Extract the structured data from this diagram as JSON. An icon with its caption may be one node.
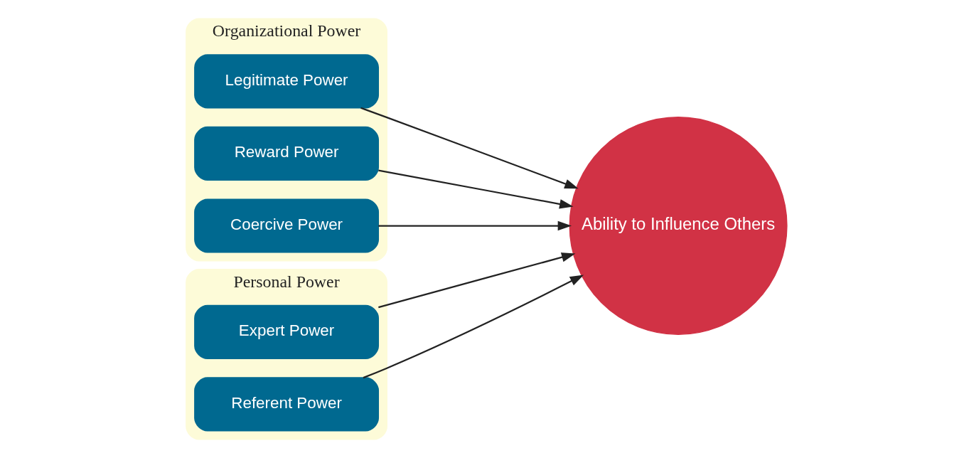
{
  "diagram": {
    "nodes": [
      {
        "text": [
          "Organizational Power"
        ]
      },
      {
        "text": [
          "Legitimate Power"
        ],
        "in": 0
      },
      {
        "text": [
          "Reward Power"
        ],
        "in": 0
      },
      {
        "text": [
          "Coercive Power"
        ],
        "in": 0
      },
      {
        "text": [
          "Personal Power"
        ]
      },
      {
        "text": [
          "Expert Power"
        ],
        "in": 4
      },
      {
        "text": [
          "Referent Power"
        ],
        "in": 4
      },
      {
        "text": [
          "Ability to Influence Others"
        ]
      }
    ],
    "edges": [
      {
        "from": 1,
        "to": 7,
        "arrow": "to"
      },
      {
        "from": 2,
        "to": 7,
        "arrow": "to"
      },
      {
        "from": 3,
        "to": 7,
        "arrow": "to"
      },
      {
        "from": 5,
        "to": 7,
        "arrow": "to"
      },
      {
        "from": 6,
        "to": 7,
        "arrow": "to"
      }
    ]
  }
}
